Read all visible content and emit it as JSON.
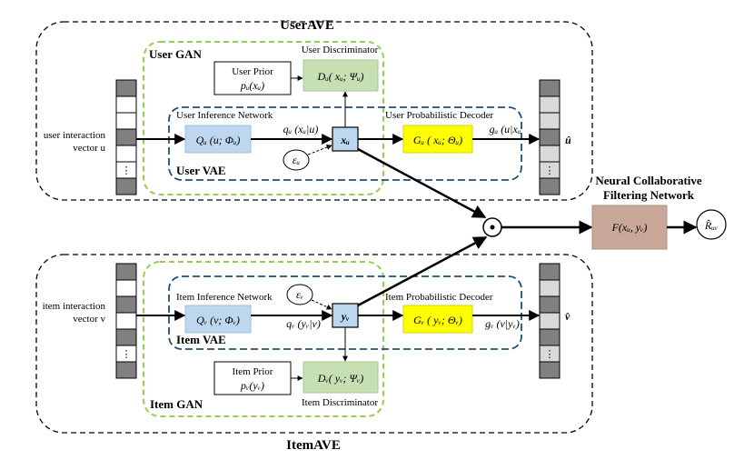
{
  "diagram": {
    "user_ave_title": "UserAVE",
    "item_ave_title": "ItemAVE",
    "user_gan_label": "User GAN",
    "item_gan_label": "Item GAN",
    "user_vae_label": "User VAE",
    "item_vae_label": "Item VAE",
    "user_prior_title": "User Prior",
    "user_prior_math": "pᵤ(xᵤ)",
    "item_prior_title": "Item Prior",
    "item_prior_math": "pᵥ(yᵥ)",
    "user_discriminator_label": "User Discriminator",
    "user_discriminator_math": "Dᵤ( xᵤ; Ψᵤ)",
    "item_discriminator_label": "Item Discriminator",
    "item_discriminator_math": "Dᵥ( yᵥ; Ψᵥ)",
    "user_inference_label": "User Inference Network",
    "user_inference_math": "Qᵤ (u; Φᵤ)",
    "item_inference_label": "Item Inference Network",
    "item_inference_math": "Qᵥ (v; Φᵥ)",
    "user_decoder_label": "User Probabilistic  Decoder",
    "user_decoder_math": "Gᵤ ( xᵤ; Θᵤ)",
    "item_decoder_label": "Item Probabilistic  Decoder",
    "item_decoder_math": "Gᵥ ( yᵥ; Θᵥ)",
    "user_latent": "xᵤ",
    "item_latent": "yᵥ",
    "user_q_math": "qᵤ (xᵤ|u)",
    "item_q_math": "qᵥ (yᵥ|v)",
    "user_g_math": "gᵤ (u|xᵤ",
    "item_g_math": "gᵥ (v|yᵥ)",
    "user_eps": "εᵤ",
    "item_eps": "εᵥ",
    "user_input_label_1": "user interaction",
    "user_input_label_2": "vector u",
    "item_input_label_1": "item interaction",
    "item_input_label_2": "vector v",
    "user_output": "û",
    "item_output": "v̂",
    "ellipsis": "⋮",
    "dot_op": "⊙",
    "ncf_title_1": "Neural Collaborative",
    "ncf_title_2": "Filtering Network",
    "ncf_math": "F(xᵤ, yᵥ)",
    "rating": "R̂ᵤᵥ"
  },
  "colors": {
    "gan_border": "#92d050",
    "vae_border": "#1f4e79",
    "blue_fill": "#bdd7ee",
    "green_fill": "#c6e0b4",
    "yellow_fill": "#ffff00",
    "ncf_fill": "#c9a799",
    "vector_dark": "#808080",
    "vector_light": "#d9d9d9"
  }
}
